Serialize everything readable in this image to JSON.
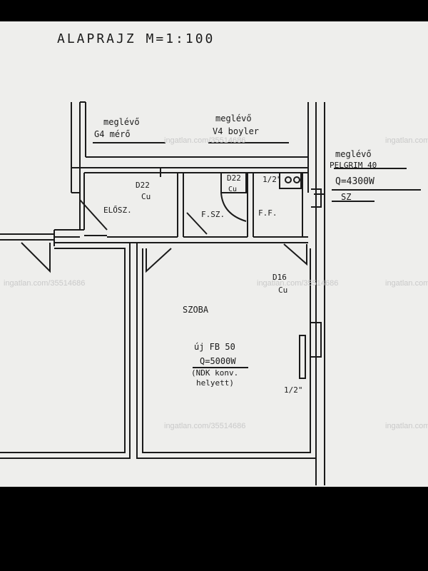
{
  "title": "ALAPRAJZ M=1:100",
  "labels": {
    "g4_top": "meglévő",
    "g4_bottom": "G4 mérő",
    "v4_top": "meglévő",
    "v4_bottom": "V4 boyler",
    "pelgrim_top": "meglévő",
    "pelgrim_mid": "PELGRIM 40",
    "pelgrim_q": "Q=4300W",
    "sz_right": "SZ",
    "d22_a": "D22",
    "cu_a": "Cu",
    "d22_b": "D22",
    "cu_b": "Cu",
    "half_inch": "1/2\"",
    "eloszoba": "ELŐSZ.",
    "furdo": "F.SZ.",
    "ff": "F.F.",
    "d16": "D16",
    "cu_c": "Cu",
    "szoba": "SZOBA",
    "fb_title": "új FB 50",
    "fb_q": "Q=5000W",
    "fb_note1": "(NDK konv.",
    "fb_note2": "helyett)",
    "half_inch_2": "1/2\""
  },
  "watermarks": [
    "ingatlan.com/35514686",
    "ingatlan.com/35514686",
    "ingatlan.com/35514686",
    "ingatlan.com/35514686",
    "ingatlan.com",
    "ingatlan.com",
    "ingatlan.com"
  ]
}
